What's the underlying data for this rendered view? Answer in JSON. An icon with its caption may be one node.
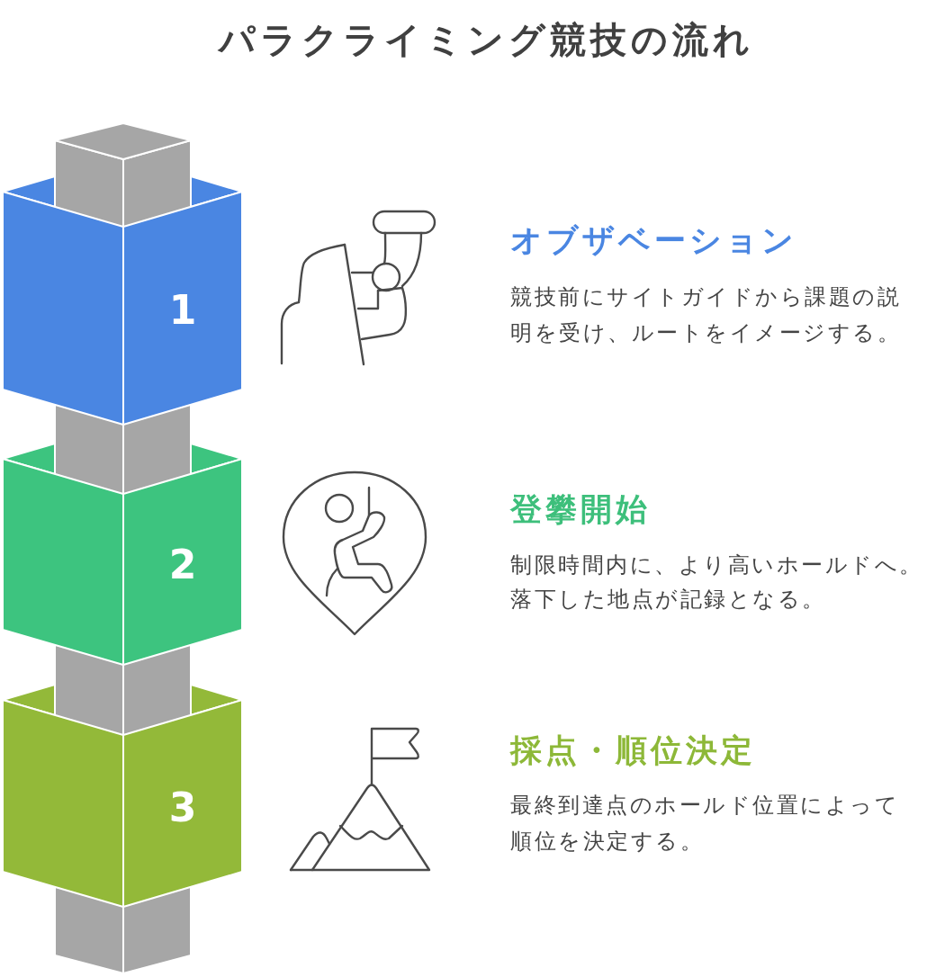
{
  "diagram": {
    "title": "パラクライミング競技の流れ",
    "nodes": [
      {
        "text": [
          "1"
        ],
        "beside": [
          "オブザベーション",
          "競技前にサイトガイドから課題の説明を受け、ルートをイメージする。"
        ]
      },
      {
        "text": [
          "2"
        ],
        "beside": [
          "登攀開始",
          "制限時間内に、より高いホールドへ。落下した地点が記録となる。"
        ]
      },
      {
        "text": [
          "3"
        ],
        "beside": [
          "採点・順位決定",
          "最終到達点のホールド位置によって順位を決定する。"
        ]
      }
    ]
  }
}
